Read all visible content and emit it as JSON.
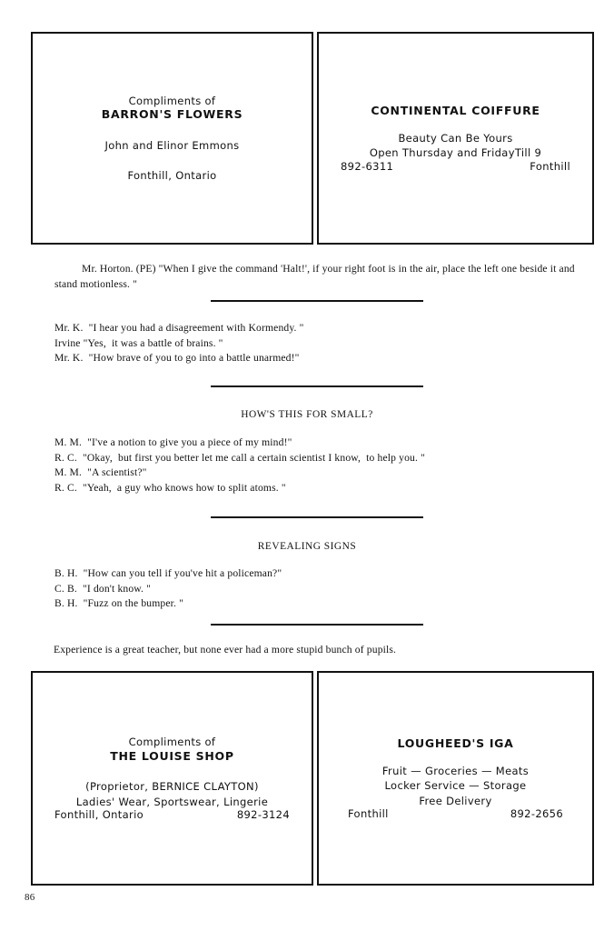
{
  "page": {
    "number": "86"
  },
  "ads_top": [
    {
      "id": "barrons-flowers",
      "compliments": "Compliments of",
      "name": "BARRON'S FLOWERS",
      "line1": "John and Elinor Emmons",
      "line2": "Fonthill, Ontario"
    },
    {
      "id": "continental-coiffure",
      "name": "CONTINENTAL COIFFURE",
      "line1": "Beauty Can Be Yours",
      "line2": "Open Thursday and FridayTill 9",
      "phone": "892-6311",
      "town": "Fonthill"
    }
  ],
  "ads_bottom": [
    {
      "id": "the-louise-shop",
      "compliments": "Compliments of",
      "name": "THE LOUISE SHOP",
      "line1": "(Proprietor, BERNICE CLAYTON)",
      "line2": "Ladies' Wear, Sportswear, Lingerie",
      "town": "Fonthill, Ontario",
      "phone": "892-3124"
    },
    {
      "id": "lougheeds-iga",
      "name": "LOUGHEED'S IGA",
      "line1": "Fruit — Groceries — Meats",
      "line2": "Locker Service — Storage",
      "line3": "Free Delivery",
      "town": "Fonthill",
      "phone": "892-2656"
    }
  ],
  "content": {
    "horton_joke": "Mr. Horton.  (PE) \"When I give the command 'Halt!',  if your right foot is in the air,  place the left one beside it and stand motionless. \"",
    "kormendy_joke": {
      "line1": "Mr. K.  \"I hear you had a disagreement with Kormendy. \"",
      "line2": "Irvine \"Yes,  it was a battle of brains. \"",
      "line3": "Mr. K.  \"How brave of you to go into a battle unarmed!\""
    },
    "heading_small": "HOW'S THIS FOR SMALL?",
    "small_joke": {
      "line1": "M. M.  \"I've a notion to give you a piece of my mind!\"",
      "line2": "R. C.  \"Okay,  but first you better let me call a certain scientist I know,  to help you. \"",
      "line3": "M. M.  \"A scientist?\"",
      "line4": "R. C.  \"Yeah,  a guy who knows how to split atoms. \""
    },
    "heading_signs": "REVEALING SIGNS",
    "signs_joke": {
      "line1": "B. H.  \"How can you tell if you've hit a policeman?\"",
      "line2": "C. B.  \"I don't know. \"",
      "line3": "B. H.  \"Fuzz on the bumper. \""
    },
    "experience_quip": "Experience is a great teacher,  but none ever had a more stupid bunch of pupils."
  }
}
